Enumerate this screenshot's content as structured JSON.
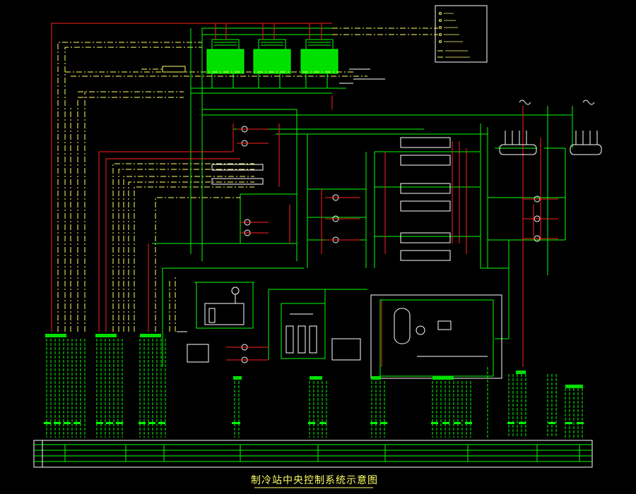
{
  "title": "制冷站中央控制系统示意图",
  "colors": {
    "background": "#000000",
    "piping": "#00ff00",
    "signal": "#ff2020",
    "annotation": "#ffff66",
    "equipment_fill": "#00e000"
  },
  "cooling_tower_count": 3,
  "chiller_count": 3,
  "pump_groups": 2
}
